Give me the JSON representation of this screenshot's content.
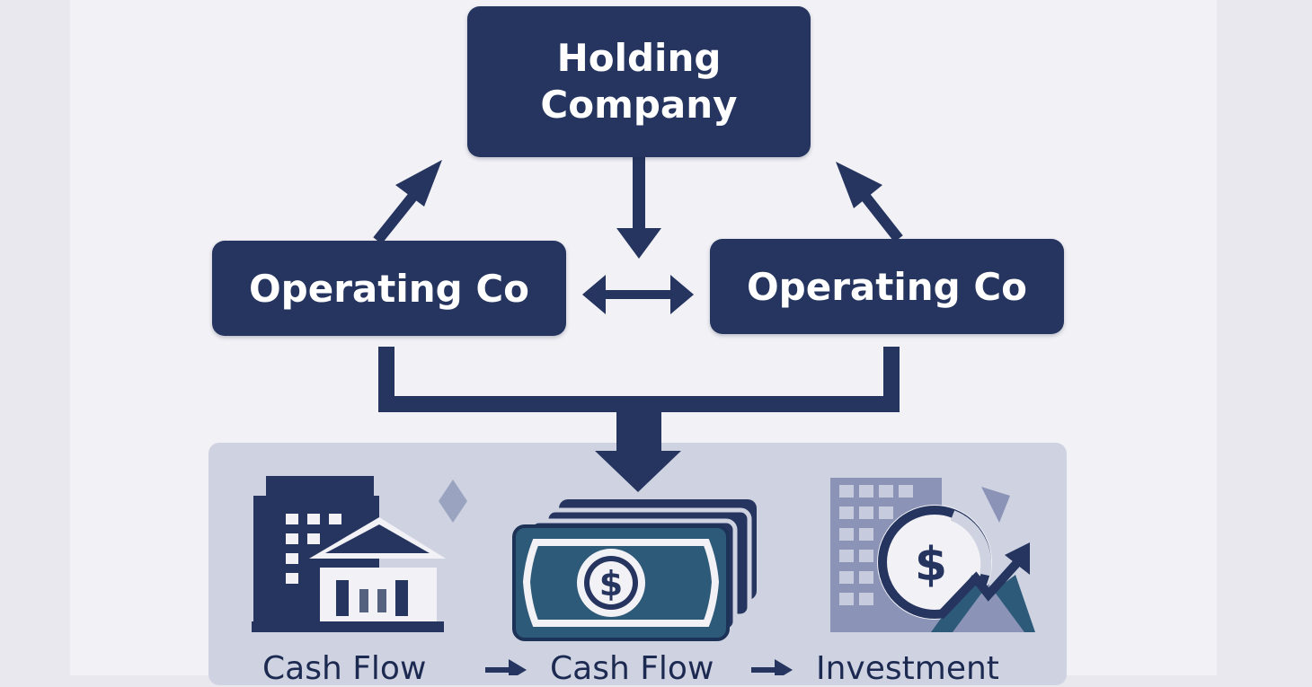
{
  "diagram": {
    "holding": {
      "line1": "Holding",
      "line2": "Company"
    },
    "opco_left": {
      "label": "Operating Co"
    },
    "opco_right": {
      "label": "Operating Co"
    },
    "flow": {
      "label1": "Cash Flow",
      "label2": "Cash Flow",
      "label3": "Investment"
    },
    "icons": {
      "icon1": "building-bank-icon",
      "icon2": "cash-stack-icon",
      "icon3": "investment-growth-icon"
    }
  },
  "colors": {
    "navy": "#25355f",
    "panel": "#cfd3e1",
    "background": "#f2f1f6"
  }
}
